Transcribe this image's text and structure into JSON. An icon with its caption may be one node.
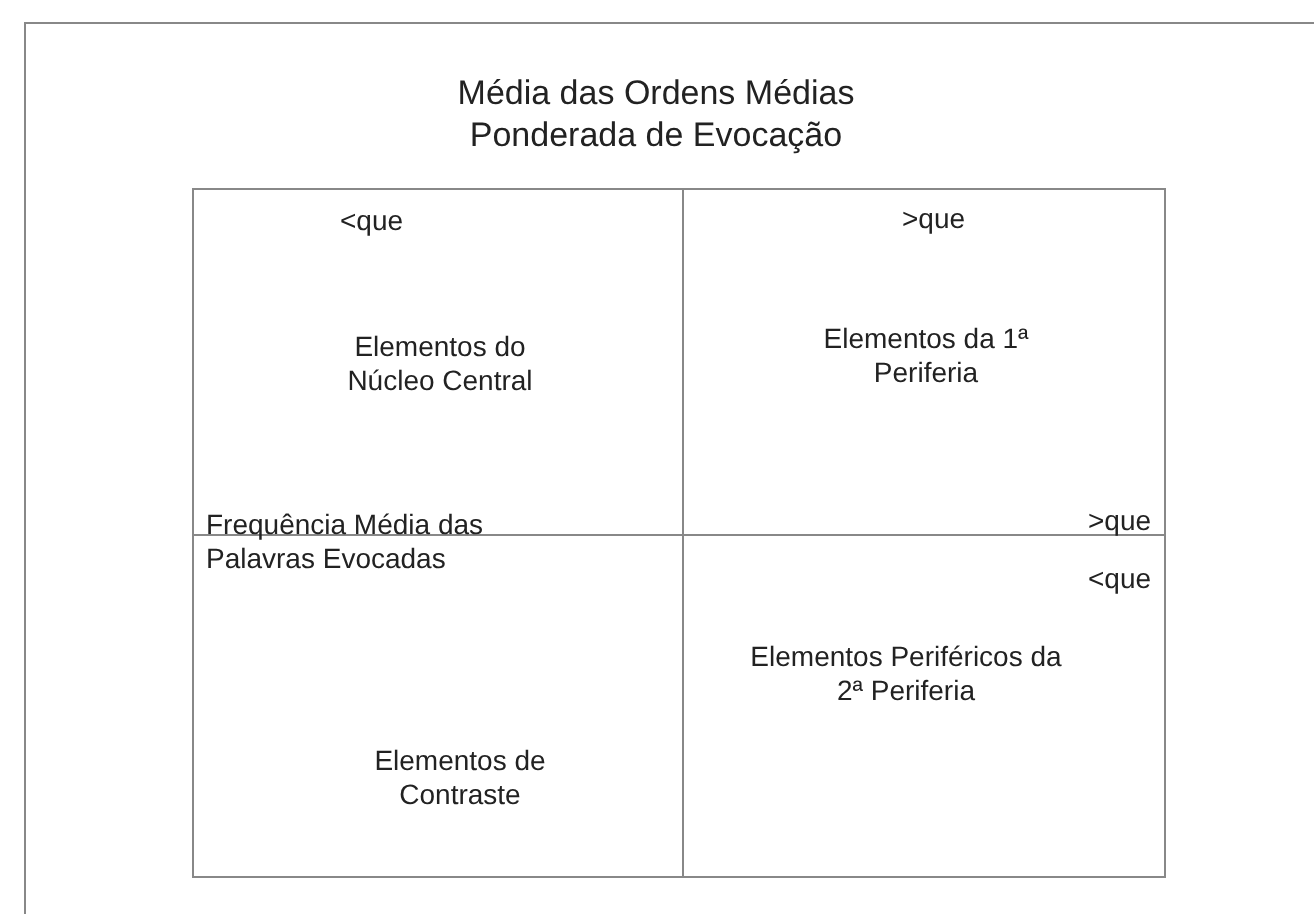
{
  "diagram": {
    "title": "Média das Ordens Médias Ponderada de Evocação",
    "nodes": [
      {
        "text": [
          "Elementos do Núcleo Central"
        ]
      },
      {
        "text": [
          "Elementos da 1ª Periferia"
        ]
      },
      {
        "text": [
          "Elementos de Contraste"
        ]
      },
      {
        "text": [
          "Elementos Periféricos da 2ª Periferia"
        ]
      }
    ],
    "labels": [
      "<que",
      ">que",
      "Frequência Média das Palavras Evocadas",
      ">que",
      "<que"
    ]
  }
}
